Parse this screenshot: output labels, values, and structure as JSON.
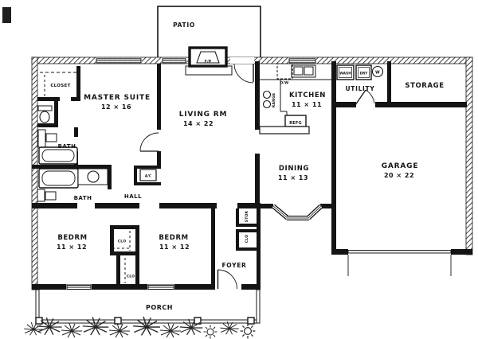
{
  "plan": {
    "rooms": {
      "patio": {
        "name": "PATIO"
      },
      "master_suite": {
        "name": "MASTER SUITE",
        "dims": "12 × 16"
      },
      "closet": {
        "name": "CLOSET"
      },
      "master_bath": {
        "name": "BATH"
      },
      "hall_bath": {
        "name": "BATH"
      },
      "hall": {
        "name": "HALL"
      },
      "living_room": {
        "name": "LIVING RM",
        "dims": "14 × 22"
      },
      "kitchen": {
        "name": "KITCHEN",
        "dims": "11 × 11"
      },
      "dining": {
        "name": "DINING",
        "dims": "11 × 13"
      },
      "utility": {
        "name": "UTILITY"
      },
      "storage": {
        "name": "STORAGE"
      },
      "garage": {
        "name": "GARAGE",
        "dims": "20 × 22"
      },
      "bedroom_left": {
        "name": "BEDRM",
        "dims": "11 × 12"
      },
      "bedroom_right": {
        "name": "BEDRM",
        "dims": "11 × 12"
      },
      "foyer": {
        "name": "FOYER"
      },
      "porch": {
        "name": "PORCH"
      }
    },
    "fixtures": {
      "fireplace": {
        "label": "F/P"
      },
      "dishwasher": {
        "label": "D/W"
      },
      "range": {
        "label": "RANGE"
      },
      "refrigerator": {
        "label": "REFG"
      },
      "washer": {
        "label": "WASH"
      },
      "dryer": {
        "label": "DRY"
      },
      "water_heater": {
        "label": "W"
      },
      "ac_unit": {
        "label": "A/C"
      }
    },
    "closets": {
      "bedroom_left_clo": {
        "label": "CLO"
      },
      "bedroom_right_clo": {
        "label": "CLO"
      },
      "foyer_stor": {
        "label": "STOR"
      },
      "foyer_clo": {
        "label": "CLO"
      }
    }
  }
}
